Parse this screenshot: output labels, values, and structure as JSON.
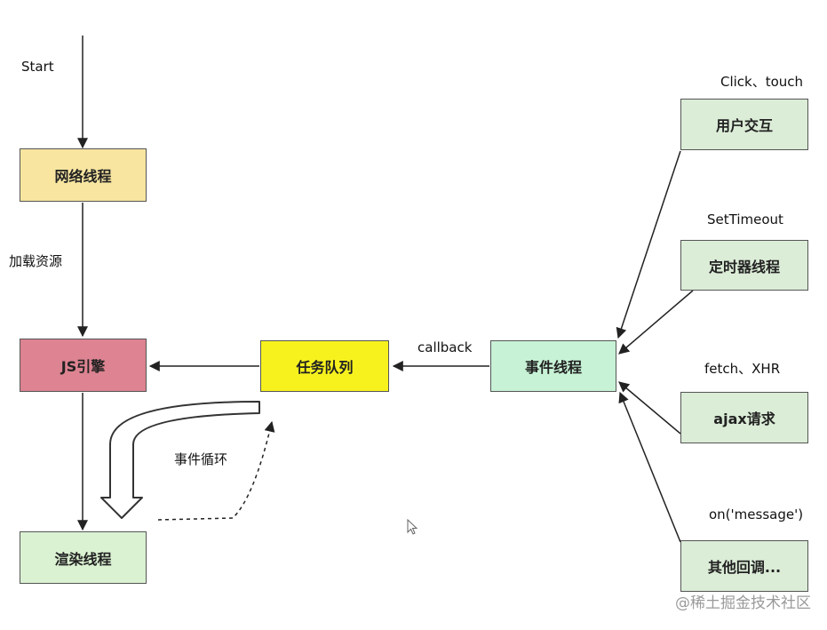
{
  "nodes": {
    "network": "网络线程",
    "js_engine": "JS引擎",
    "render": "渲染线程",
    "task_queue": "任务队列",
    "event_thread": "事件线程",
    "user_interaction": "用户交互",
    "timer": "定时器线程",
    "ajax": "ajax请求",
    "other_callbacks": "其他回调..."
  },
  "labels": {
    "start": "Start",
    "load_resources": "加载资源",
    "callback": "callback",
    "event_loop": "事件循环",
    "click_touch": "Click、touch",
    "set_timeout": "SetTimeout",
    "fetch_xhr": "fetch、XHR",
    "on_message": "on('message')"
  },
  "colors": {
    "network": "#f7e5a0",
    "js_engine": "#dd8391",
    "render": "#daf2d2",
    "task_queue": "#f7f21e",
    "event_thread": "#c7f2d6",
    "side_nodes": "#dbecd7"
  },
  "watermark": "@稀土掘金技术社区"
}
